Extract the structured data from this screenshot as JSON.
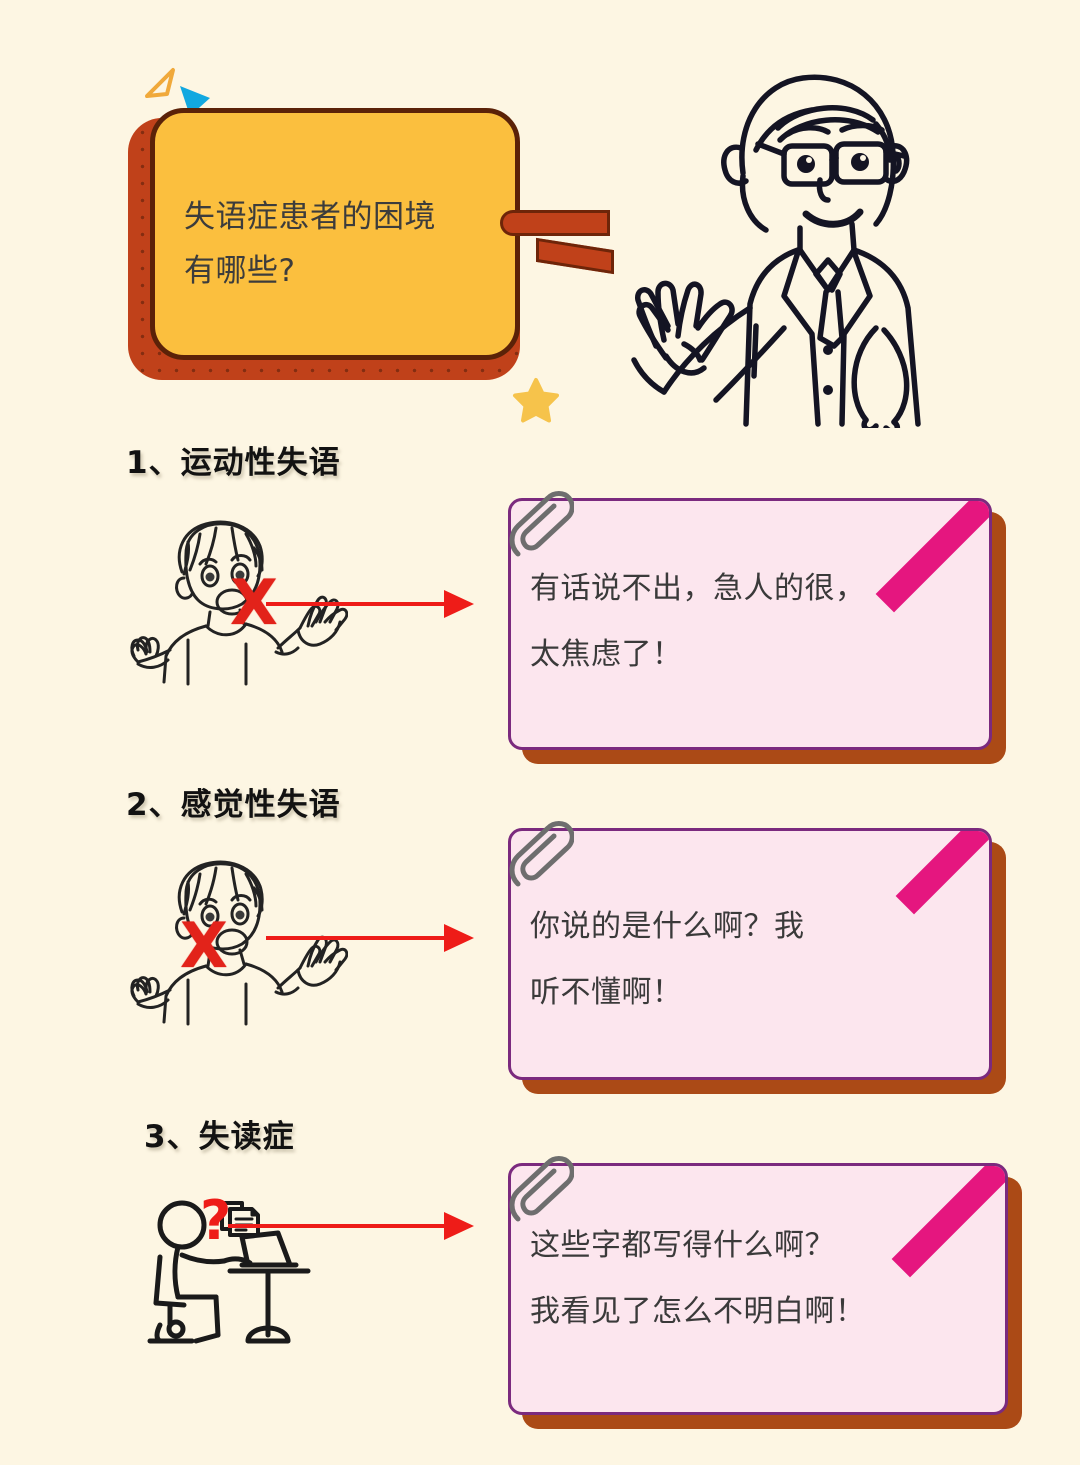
{
  "background_color": "#FDF6E3",
  "colors": {
    "tag_fill": "#FBBF3E",
    "tag_border": "#5B2208",
    "tag_back": "#C0411A",
    "note_fill": "#FCE6EE",
    "note_border": "#7B2A7E",
    "note_shadow": "#AB4A16",
    "ribbon": "#E5167F",
    "arrow_red": "#EE1C18",
    "heading_text": "#121212",
    "body_text": "#3A3A3A",
    "star_yellow": "#F6C34B",
    "tri_outline": "#F0A93B",
    "tri_solid": "#12A8E0"
  },
  "header": {
    "title": "失语症患者的困境\n有哪些?",
    "decorations": [
      {
        "name": "triangle-outline",
        "color": "#F0A93B"
      },
      {
        "name": "triangle-solid",
        "color": "#12A8E0"
      },
      {
        "name": "star",
        "color": "#F6C34B"
      }
    ],
    "illustration": "doctor-presenting-illustration",
    "connector": "speech-tube-connector"
  },
  "sections": [
    {
      "index": "1",
      "heading": "1、运动性失语",
      "figure": "person-mouth-blocked-illustration",
      "figure_mark": "X",
      "arrow": "red-arrow-right",
      "note": "有话说不出，急人的很，\n太焦虑了！",
      "clip": "paperclip-icon"
    },
    {
      "index": "2",
      "heading": "2、感觉性失语",
      "figure": "person-ear-blocked-illustration",
      "figure_mark": "X",
      "arrow": "red-arrow-right",
      "note": "你说的是什么啊？我\n听不懂啊！",
      "clip": "paperclip-icon"
    },
    {
      "index": "3",
      "heading": "3、失读症",
      "figure": "person-at-desk-with-laptop-illustration",
      "figure_mark": "?",
      "arrow": "red-arrow-right",
      "note": "这些字都写得什么啊？\n我看见了怎么不明白啊！",
      "clip": "paperclip-icon"
    }
  ]
}
